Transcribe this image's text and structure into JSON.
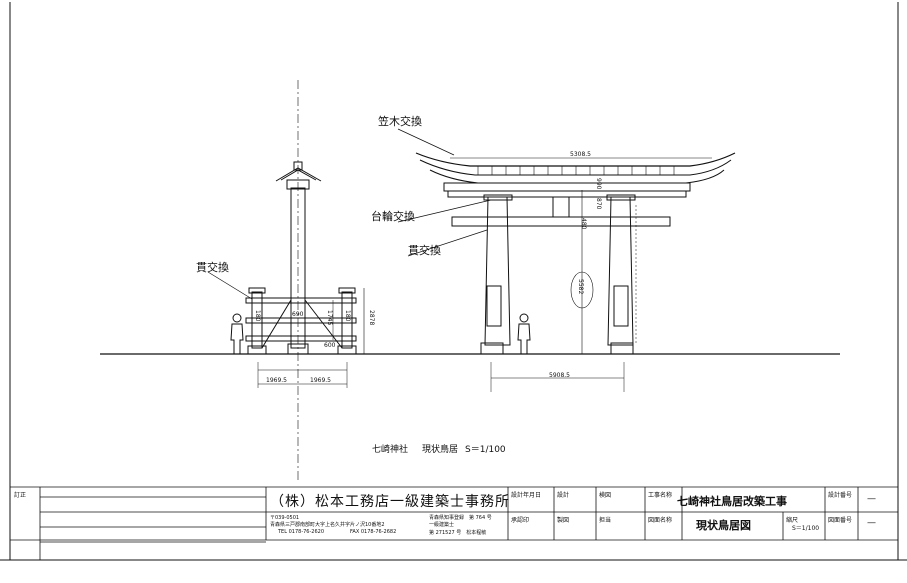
{
  "callouts": {
    "kasagi": "笠木交換",
    "daiwa": "台輪交換",
    "nuki_right": "貫交換",
    "nuki_left": "貫交換"
  },
  "dimensions": {
    "kasagi_width": "5308.5",
    "base_span_front": "5908.5",
    "height_total": "5582",
    "side_left": "1969.5",
    "side_right": "1969.5",
    "side_height": "2878",
    "side_inner": "1745",
    "pillar_w": "690",
    "base_h": "600",
    "left_stand": "180",
    "right_stand": "180",
    "upper_a": "990",
    "upper_b": "870",
    "upper_c": "480"
  },
  "caption": {
    "place": "七崎神社",
    "title": "現状鳥居",
    "scale": "S＝1/100"
  },
  "title_block": {
    "revision_label": "訂正",
    "company": "（株）松本工務店一級建築士事務所",
    "postal": "〒039-0501",
    "address": "青森県三戸郡南部町大字上名久井字片ノ沢10番地2",
    "tel": "TEL 0178-76-2620",
    "fax": "FAX 0178-76-2682",
    "reg1": "青森県知事登録　第 764 号",
    "reg2": "一級建築士",
    "reg3": "第 271527 号　松本程敏",
    "design_date": "設計年月日",
    "design": "設計",
    "check": "検図",
    "work_name_label": "工事名称",
    "work_name": "七崎神社鳥居改築工事",
    "design_no_label": "設計番号",
    "design_no": "—",
    "approval": "承認印",
    "drafter": "製図",
    "tracer": "担当",
    "drawing_name_label": "図面名称",
    "drawing_name": "現状鳥居図",
    "scale_label": "縮尺",
    "scale_value": "S＝1/100",
    "drawing_no_label": "図面番号",
    "drawing_no": "—"
  }
}
